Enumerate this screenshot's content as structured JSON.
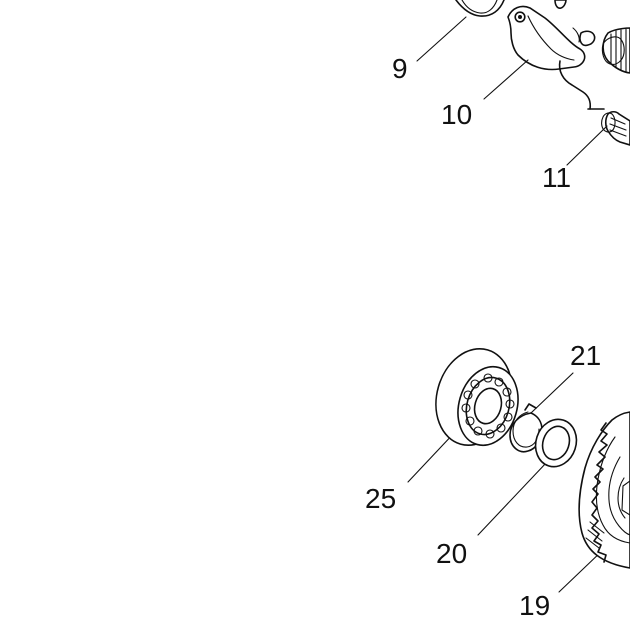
{
  "diagram": {
    "callouts": [
      {
        "id": "9",
        "text": "9"
      },
      {
        "id": "10",
        "text": "10"
      },
      {
        "id": "11",
        "text": "11"
      },
      {
        "id": "21",
        "text": "21"
      },
      {
        "id": "25",
        "text": "25"
      },
      {
        "id": "20",
        "text": "20"
      },
      {
        "id": "19",
        "text": "19"
      }
    ]
  }
}
